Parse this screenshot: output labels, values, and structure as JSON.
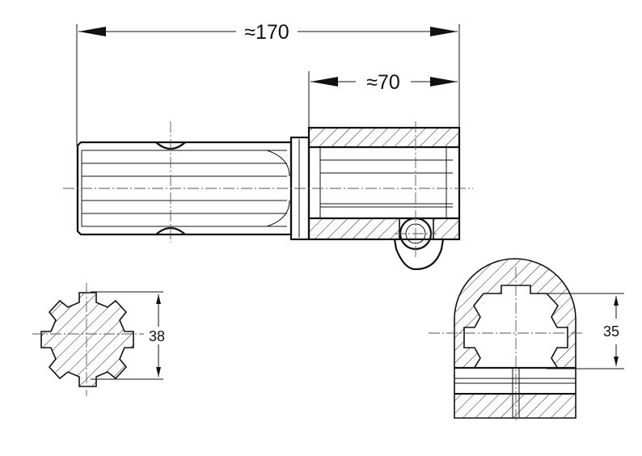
{
  "dimensions": {
    "overall_length": "≈170",
    "sleeve_length": "≈70",
    "shaft_diameter": "38",
    "bore_size": "35"
  },
  "colors": {
    "line": "#111111",
    "background": "#ffffff"
  }
}
